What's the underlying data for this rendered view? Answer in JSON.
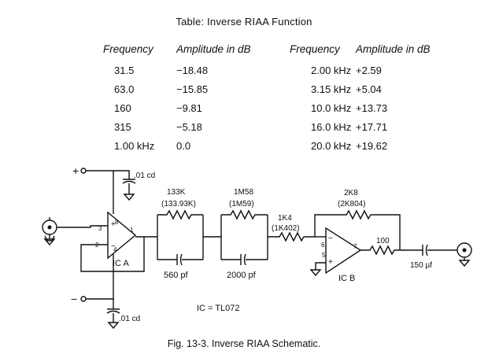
{
  "table": {
    "title": "Table: Inverse RIAA Function",
    "headers": {
      "frequency": "Frequency",
      "amplitude": "Amplitude in dB"
    },
    "left_rows": [
      {
        "frequency": "31.5",
        "amplitude": "−18.48"
      },
      {
        "frequency": "63.0",
        "amplitude": "−15.85"
      },
      {
        "frequency": "160",
        "amplitude": "−9.81"
      },
      {
        "frequency": "315",
        "amplitude": "−5.18"
      },
      {
        "frequency": "1.00 kHz",
        "amplitude": "0.0"
      }
    ],
    "right_rows": [
      {
        "frequency": "2.00 kHz",
        "amplitude": "+2.59"
      },
      {
        "frequency": "3.15 kHz",
        "amplitude": "+5.04"
      },
      {
        "frequency": "10.0 kHz",
        "amplitude": "+13.73"
      },
      {
        "frequency": "16.0 kHz",
        "amplitude": "+17.71"
      },
      {
        "frequency": "20.0 kHz",
        "amplitude": "+19.62"
      }
    ]
  },
  "schematic": {
    "supply_plus": "+",
    "supply_minus": "−",
    "cap_top": ".01 cd",
    "cap_bottom": ".01 cd",
    "opamp_a": "IC A",
    "opamp_b": "IC B",
    "pin_8": "8",
    "pin_4": "4",
    "pin_3": "3",
    "pin_2": "2",
    "pin_1": "1",
    "pin_6": "6",
    "pin_5": "5",
    "pin_7": "7",
    "in_plus": "+",
    "in_minus": "−",
    "b_minus": "−",
    "b_plus": "+",
    "r1": "133K",
    "r1_exact": "(133.93K)",
    "c1": "560 pf",
    "r2": "1M58",
    "r2_exact": "(1M59)",
    "c2": "2000 pf",
    "r3": "1K4",
    "r3_exact": "(1K402)",
    "rf": "2K8",
    "rf_exact": "(2K804)",
    "r_out": "100",
    "c_out": "150 µf",
    "ic_note": "IC = TL072"
  },
  "caption": "Fig. 13-3.   Inverse RIAA Schematic."
}
